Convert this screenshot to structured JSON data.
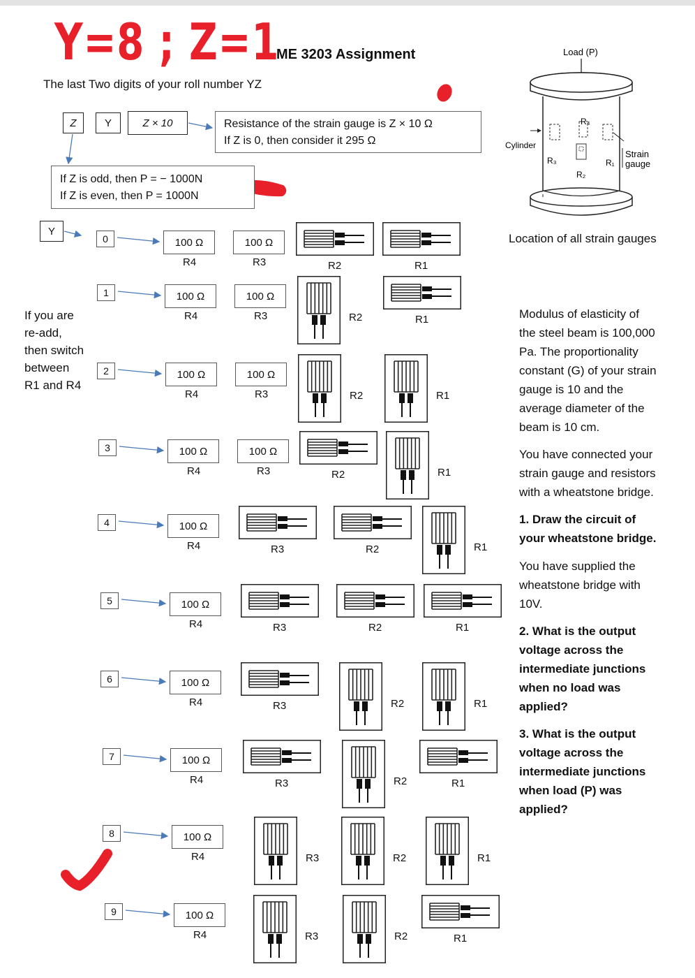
{
  "header": {
    "title_yz": "Y=8 ; Z=1",
    "assignment": "ME 3203 Assignment",
    "subtitle": "The last Two digits of your roll number YZ"
  },
  "top_boxes": {
    "z": "Z",
    "y": "Y",
    "z10": "Z × 10",
    "y_row": "Y"
  },
  "resistance_note": {
    "line1": "Resistance of the strain gauge is Z  × 10 Ω",
    "line2": "If Z is 0, then consider it 295 Ω"
  },
  "load_note": {
    "line1": "If Z is odd, then P = − 1000N",
    "line2": "If Z is even, then P =  1000N"
  },
  "switch_note": [
    "If you are",
    "re-add,",
    "then switch",
    "between",
    "R1 and R4"
  ],
  "diagram": {
    "load": "Load (P)",
    "cylinder": "Cylinder",
    "strain": "Strain",
    "gauge": "gauge",
    "r1": "R₁",
    "r2": "R₂",
    "r3": "R₃",
    "r4": "R₄",
    "caption": "Location of all strain gauges"
  },
  "rows": [
    {
      "num": "0",
      "cells": [
        {
          "kind": "res",
          "value": "100 Ω",
          "label": "R4"
        },
        {
          "kind": "res",
          "value": "100 Ω",
          "label": "R3"
        },
        {
          "kind": "h",
          "label": "R2"
        },
        {
          "kind": "h",
          "label": "R1"
        }
      ]
    },
    {
      "num": "1",
      "cells": [
        {
          "kind": "res",
          "value": "100 Ω",
          "label": "R4"
        },
        {
          "kind": "res",
          "value": "100 Ω",
          "label": "R3"
        },
        {
          "kind": "v",
          "label": "R2"
        },
        {
          "kind": "h",
          "label": "R1"
        }
      ]
    },
    {
      "num": "2",
      "cells": [
        {
          "kind": "res",
          "value": "100 Ω",
          "label": "R4"
        },
        {
          "kind": "res",
          "value": "100 Ω",
          "label": "R3"
        },
        {
          "kind": "v",
          "label": "R2"
        },
        {
          "kind": "v",
          "label": "R1"
        }
      ]
    },
    {
      "num": "3",
      "cells": [
        {
          "kind": "res",
          "value": "100 Ω",
          "label": "R4"
        },
        {
          "kind": "res",
          "value": "100 Ω",
          "label": "R3"
        },
        {
          "kind": "h",
          "label": "R2"
        },
        {
          "kind": "v",
          "label": "R1"
        }
      ]
    },
    {
      "num": "4",
      "cells": [
        {
          "kind": "res",
          "value": "100 Ω",
          "label": "R4"
        },
        {
          "kind": "h",
          "label": "R3"
        },
        {
          "kind": "h",
          "label": "R2"
        },
        {
          "kind": "v",
          "label": "R1"
        }
      ]
    },
    {
      "num": "5",
      "cells": [
        {
          "kind": "res",
          "value": "100 Ω",
          "label": "R4"
        },
        {
          "kind": "h",
          "label": "R3"
        },
        {
          "kind": "h",
          "label": "R2"
        },
        {
          "kind": "h",
          "label": "R1"
        }
      ]
    },
    {
      "num": "6",
      "cells": [
        {
          "kind": "res",
          "value": "100 Ω",
          "label": "R4"
        },
        {
          "kind": "h",
          "label": "R3"
        },
        {
          "kind": "v",
          "label": "R2"
        },
        {
          "kind": "v",
          "label": "R1"
        }
      ]
    },
    {
      "num": "7",
      "cells": [
        {
          "kind": "res",
          "value": "100 Ω",
          "label": "R4"
        },
        {
          "kind": "h",
          "label": "R3"
        },
        {
          "kind": "v",
          "label": "R2"
        },
        {
          "kind": "h",
          "label": "R1"
        }
      ]
    },
    {
      "num": "8",
      "cells": [
        {
          "kind": "res",
          "value": "100 Ω",
          "label": "R4"
        },
        {
          "kind": "v",
          "label": "R3"
        },
        {
          "kind": "v",
          "label": "R2"
        },
        {
          "kind": "v",
          "label": "R1"
        }
      ]
    },
    {
      "num": "9",
      "cells": [
        {
          "kind": "res",
          "value": "100 Ω",
          "label": "R4"
        },
        {
          "kind": "v",
          "label": "R3"
        },
        {
          "kind": "v",
          "label": "R2"
        },
        {
          "kind": "h",
          "label": "R1"
        }
      ]
    }
  ],
  "right_text": {
    "modulus": [
      "Modulus of elasticity of",
      "the steel beam is 100,000",
      "Pa. The proportionality",
      "constant (G) of your strain",
      "gauge is 10 and the",
      "average diameter of the",
      "beam is 10 cm."
    ],
    "connected": [
      "You have connected your",
      "strain gauge and resistors",
      "with a wheatstone bridge."
    ],
    "q1": [
      "1. Draw the circuit of",
      "your wheatstone bridge."
    ],
    "supplied": [
      "You have supplied the",
      "wheatstone bridge with",
      "10V."
    ],
    "q2": [
      "2. What is the output",
      "voltage across the",
      "intermediate junctions",
      "when no load was",
      "applied?"
    ],
    "q3": [
      "3. What is the output",
      "voltage across the",
      "intermediate junctions",
      "when load (P) was",
      "applied?"
    ]
  },
  "colors": {
    "accent_red": "#e8202a",
    "arrow_blue": "#4a7ab8"
  }
}
